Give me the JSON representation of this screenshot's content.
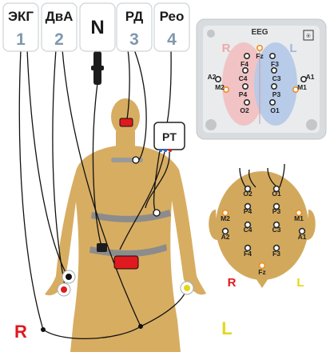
{
  "connector_tabs": [
    {
      "label": "ЭКГ",
      "number": "1"
    },
    {
      "label": "ДвА",
      "number": "2"
    },
    {
      "label": "N",
      "number": ""
    },
    {
      "label": "РД",
      "number": "3"
    },
    {
      "label": "Рео",
      "number": "4"
    }
  ],
  "body_unit_label": "PT",
  "body_side_right": "R",
  "body_side_left": "L",
  "eeg_panel": {
    "title": "EEG",
    "right_label": "R",
    "left_label": "L",
    "electrodes": [
      "Fz",
      "F4",
      "F3",
      "C4",
      "C3",
      "P4",
      "P3",
      "O2",
      "O1",
      "A2",
      "M2",
      "M1",
      "A1"
    ]
  },
  "head_diagram": {
    "right_label": "R",
    "left_label": "L",
    "electrodes": [
      "O2",
      "O1",
      "P4",
      "P3",
      "M2",
      "M1",
      "A2",
      "C4",
      "C3",
      "A1",
      "F4",
      "F3",
      "Fz"
    ]
  },
  "colors": {
    "body": "#d7ad62",
    "head": "#d2a95c",
    "tab_number": "#7f98ad",
    "red_side": "#e0191e",
    "yellow_side": "#e5d617",
    "electrode_orange": "#f08c1e",
    "electrode_pad": "#e0191e"
  }
}
